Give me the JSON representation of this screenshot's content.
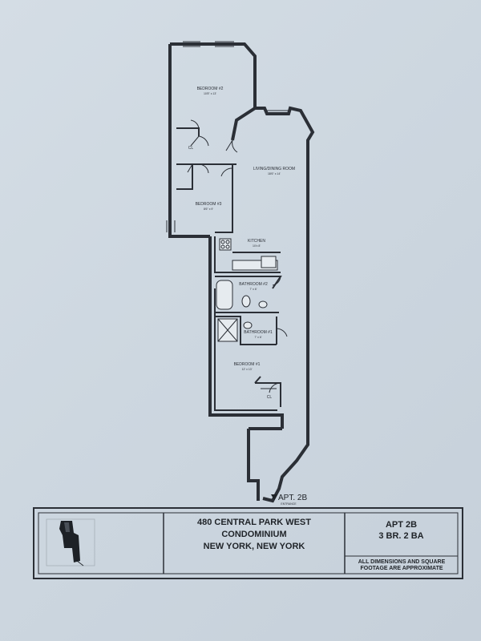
{
  "rooms": {
    "bedroom2": {
      "label": "BEDROOM #2",
      "dims": "10'8\" x 13'"
    },
    "closet1": {
      "label": "CL"
    },
    "bedroom3": {
      "label": "BEDROOM #3",
      "dims": "8'6\" x 9'"
    },
    "living": {
      "label": "LIVING/DINING ROOM",
      "dims": "18'6\" x 14'"
    },
    "kitchen": {
      "label": "KITCHEN",
      "dims": "10'x 8'"
    },
    "bath2": {
      "label": "BATHROOM #2",
      "dims": "7' x 6'"
    },
    "bath1": {
      "label": "BATHROOM #1",
      "dims": "7' x 6'"
    },
    "bedroom1": {
      "label": "BEDROOM #1",
      "dims": "12' x 13'"
    },
    "closet2": {
      "label": "CL"
    }
  },
  "apt_marker": "APT. 2B",
  "apt_marker_sub": "ENTRANCE",
  "title_block": {
    "address_line1": "480 CENTRAL PARK WEST",
    "address_line2": "CONDOMINIUM",
    "address_line3": "NEW YORK, NEW YORK",
    "apt": "APT 2B",
    "config": "3 BR. 2 BA",
    "disclaimer": "ALL DIMENSIONS AND SQUARE FOOTAGE ARE APPROXIMATE"
  }
}
